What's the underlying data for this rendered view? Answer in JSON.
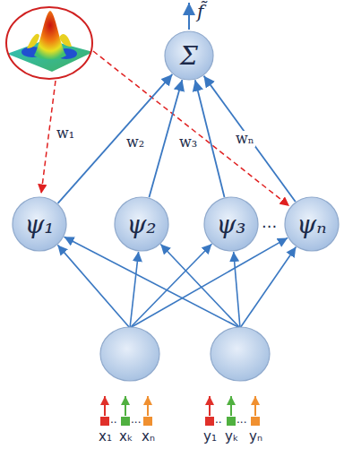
{
  "diagram": {
    "nodes": [
      {
        "text": [
          "Σ"
        ]
      },
      {
        "text": [
          "ψ₁"
        ]
      },
      {
        "text": [
          "ψ₂"
        ]
      },
      {
        "text": [
          "ψ₃"
        ]
      },
      {
        "text": [
          "ψₙ"
        ]
      }
    ],
    "edges": [
      {
        "from": 1,
        "to": 0,
        "arrow": "to",
        "label": "w₁"
      },
      {
        "from": 2,
        "to": 0,
        "arrow": "to",
        "label": "w₂"
      },
      {
        "from": 3,
        "to": 0,
        "arrow": "to",
        "label": "w₃"
      },
      {
        "from": 4,
        "to": 0,
        "arrow": "to",
        "label": "wₙ"
      }
    ],
    "labels": [
      "f̃",
      "...",
      "x₁",
      "..",
      "xₖ",
      "...",
      "xₙ",
      "y₁",
      "..",
      "yₖ",
      "...",
      "yₙ"
    ]
  }
}
